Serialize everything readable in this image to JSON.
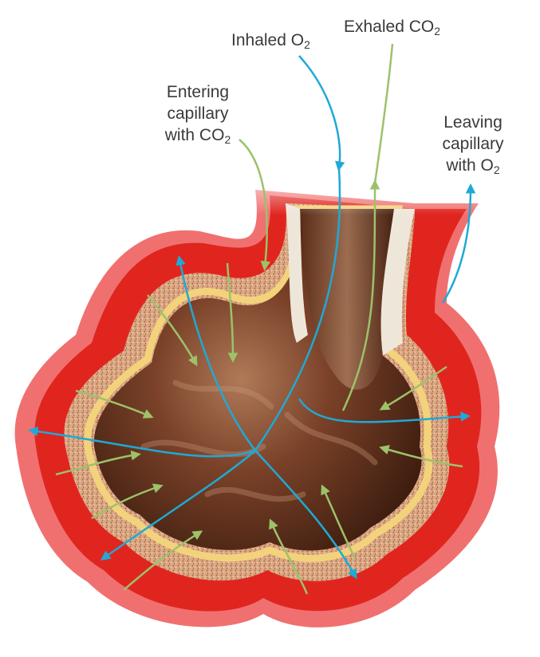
{
  "labels": {
    "inhaled": {
      "text": "Inhaled O",
      "sub": "2"
    },
    "exhaled": {
      "text": "Exhaled CO",
      "sub": "2"
    },
    "entering": {
      "line1": "Entering",
      "line2": "capillary",
      "line3": "with CO",
      "sub": "2"
    },
    "leaving": {
      "line1": "Leaving",
      "line2": "capillary",
      "line3": "with O",
      "sub": "2"
    }
  },
  "colors": {
    "oxygen_arrow": "#1fa9d6",
    "co2_arrow": "#9cc26a",
    "capillary_outer": "#f06a6a",
    "capillary_inner": "#e0241f",
    "interstitium": "#c9a07a",
    "epithelium": "#f0d07a",
    "alveolar_space": "#6b3a22"
  }
}
